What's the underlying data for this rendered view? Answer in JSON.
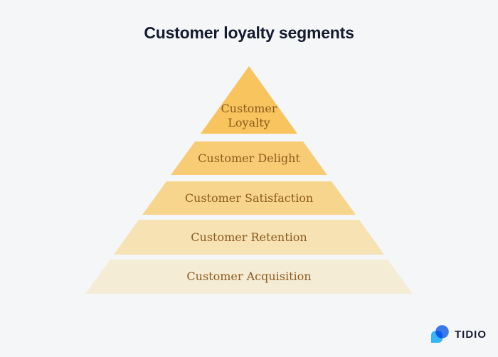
{
  "title": "Customer loyalty segments",
  "title_color": "#131b2e",
  "background_color": "#f5f6f8",
  "pyramid": {
    "text_color": "#8d5a1e",
    "layers": [
      {
        "label": "Customer Loyalty",
        "lines": [
          "Customer",
          "Loyalty"
        ],
        "color": "#f7c45e"
      },
      {
        "label": "Customer Delight",
        "color": "#f8cc74"
      },
      {
        "label": "Customer Satisfaction",
        "color": "#f8d58d"
      },
      {
        "label": "Customer Retention",
        "color": "#f6e2b3"
      },
      {
        "label": "Customer Acquisition",
        "color": "#f5ecd5"
      }
    ]
  },
  "footer": {
    "brand": "TIDIO",
    "brand_color": "#171c30",
    "logo_colors": {
      "light_blue": "#35b6f8",
      "dark_blue": "#2e71f0"
    }
  }
}
